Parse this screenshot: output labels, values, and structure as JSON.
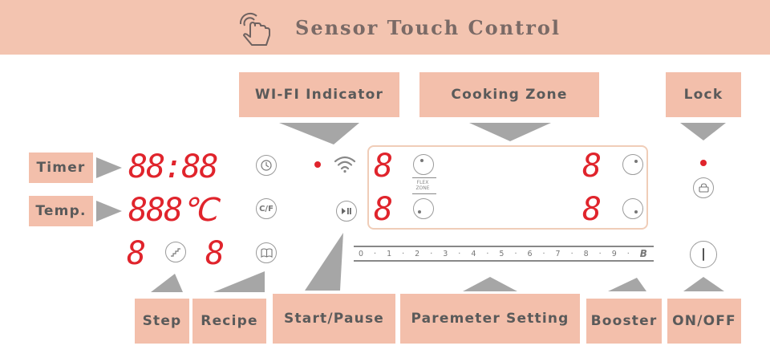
{
  "header": {
    "title": "Sensor Touch Control",
    "icon": "touch-hand-icon"
  },
  "labels": {
    "timer": "Timer",
    "temp": "Temp.",
    "wifi": "WI-FI Indicator",
    "cooking_zone": "Cooking Zone",
    "lock": "Lock",
    "step": "Step",
    "recipe": "Recipe",
    "start_pause": "Start/Pause",
    "parameter": "Paremeter Setting",
    "booster": "Booster",
    "onoff": "ON/OFF"
  },
  "displays": {
    "timer": "88:88",
    "temp": "888",
    "temp_unit": "℃",
    "step_left": "8",
    "step_right": "8",
    "zone_top_left": "8",
    "zone_bottom_left": "8",
    "zone_top_right": "8",
    "zone_bottom_right": "8"
  },
  "buttons": {
    "temp_unit": "C/F",
    "flex_zone_line1": "FLEX",
    "flex_zone_line2": "ZONE"
  },
  "slider": {
    "ticks": [
      "0",
      "1",
      "2",
      "3",
      "4",
      "5",
      "6",
      "7",
      "8",
      "9",
      "B"
    ]
  },
  "colors": {
    "banner": "#f3c4b0",
    "label_bg": "#f3bfab",
    "arrow": "#a6a6a6",
    "segment": "#e0242c",
    "panel_border": "#f0cdb8"
  }
}
